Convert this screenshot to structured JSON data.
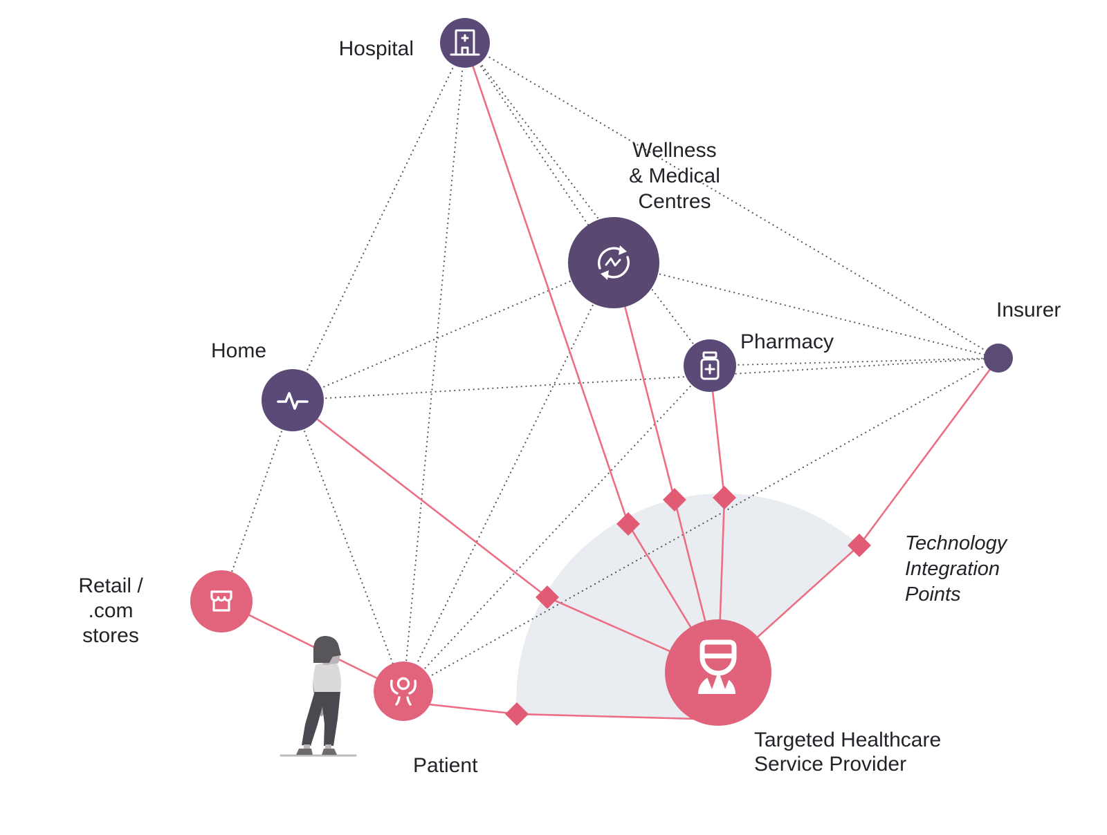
{
  "diagram": {
    "nodes": {
      "hospital": {
        "label": "Hospital",
        "icon": "hospital-building-icon",
        "color": "#5b4a78"
      },
      "wellness": {
        "label_lines": [
          "Wellness",
          "& Medical",
          "Centres"
        ],
        "icon": "sync-activity-icon",
        "color": "#594971"
      },
      "insurer": {
        "label": "Insurer",
        "icon": "none",
        "color": "#5a4c75"
      },
      "home": {
        "label": "Home",
        "icon": "heartbeat-pulse-icon",
        "color": "#5b4a78"
      },
      "pharmacy": {
        "label": "Pharmacy",
        "icon": "medicine-bottle-icon",
        "color": "#5b4a78"
      },
      "retail": {
        "label_lines": [
          "Retail /",
          ".com",
          "stores"
        ],
        "icon": "storefront-icon",
        "color": "#e2647c"
      },
      "patient": {
        "label": "Patient",
        "icon": "person-arms-raised-icon",
        "color": "#e2647c"
      },
      "provider": {
        "label_lines": [
          "Targeted Healthcare",
          "Service Provider"
        ],
        "icon": "doctor-icon",
        "color": "#e0627b"
      }
    },
    "annotation": {
      "label_lines": [
        "Technology",
        "Integration",
        "Points"
      ]
    },
    "edges": {
      "dotted_relationships": [
        [
          "hospital",
          "home"
        ],
        [
          "hospital",
          "patient"
        ],
        [
          "hospital",
          "wellness"
        ],
        [
          "hospital",
          "pharmacy"
        ],
        [
          "hospital",
          "insurer"
        ],
        [
          "wellness",
          "home"
        ],
        [
          "wellness",
          "patient"
        ],
        [
          "wellness",
          "insurer"
        ],
        [
          "home",
          "insurer"
        ],
        [
          "home",
          "patient"
        ],
        [
          "home",
          "retail"
        ],
        [
          "pharmacy",
          "patient"
        ],
        [
          "pharmacy",
          "insurer"
        ],
        [
          "patient",
          "insurer"
        ]
      ],
      "integration_links": [
        {
          "from": "hospital",
          "to": "provider"
        },
        {
          "from": "wellness",
          "to": "provider"
        },
        {
          "from": "pharmacy",
          "to": "provider"
        },
        {
          "from": "home",
          "to": "provider"
        },
        {
          "from": "patient",
          "to": "provider"
        },
        {
          "from": "insurer",
          "to": "provider"
        },
        {
          "from": "retail",
          "to": "patient"
        }
      ]
    },
    "colors": {
      "purple_node": "#5b4a78",
      "pink_node": "#e2647c",
      "provider_node": "#e0627b",
      "integration_line": "#ec6d84",
      "integration_diamond": "#e25b74",
      "coverage_fan": "#e9edf2",
      "dotted_line": "#3c3b40",
      "label_text": "#232228",
      "icon_stroke": "#ffffff"
    }
  }
}
